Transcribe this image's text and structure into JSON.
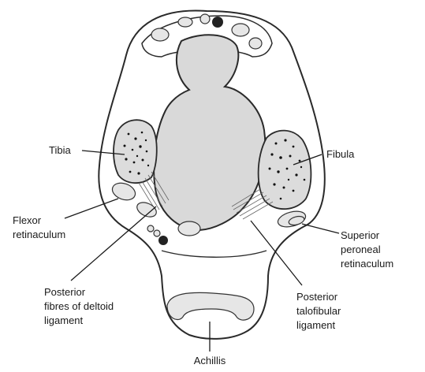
{
  "diagram": {
    "labels": {
      "tibia": "Tibia",
      "fibula": "Fibula",
      "flexor_retinaculum": [
        "Flexor",
        "retinaculum"
      ],
      "superior_peroneal_retinaculum": [
        "Superior",
        "peroneal",
        "retinaculum"
      ],
      "posterior_deltoid": [
        "Posterior",
        "fibres of deltoid",
        "ligament"
      ],
      "posterior_talofibular": [
        "Posterior",
        "talofibular",
        "ligament"
      ],
      "achillis": "Achillis"
    }
  }
}
